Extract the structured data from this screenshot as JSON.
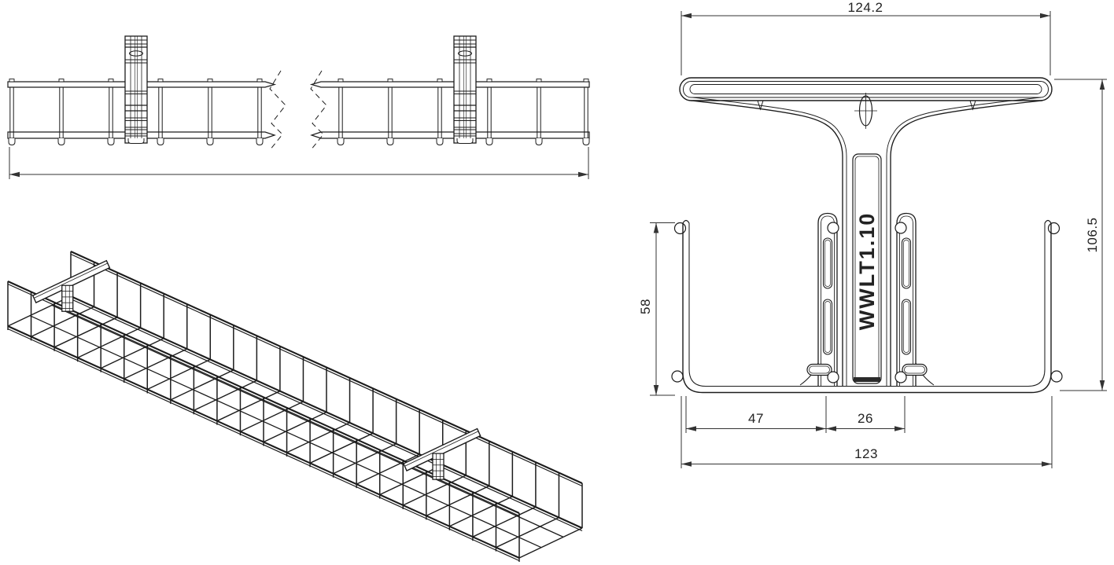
{
  "colors": {
    "background": "#ffffff",
    "geometry_line": "#1c1c1c",
    "dimension_line": "#333333",
    "text": "#222222"
  },
  "front_view": {
    "part_label": "WWLT1.10",
    "dim_top_width": "124.2",
    "dim_overall_height": "106.5",
    "dim_wall_height": "58",
    "dim_left_bay_width": "47",
    "dim_center_gap": "26",
    "dim_bottom_width": "123"
  }
}
